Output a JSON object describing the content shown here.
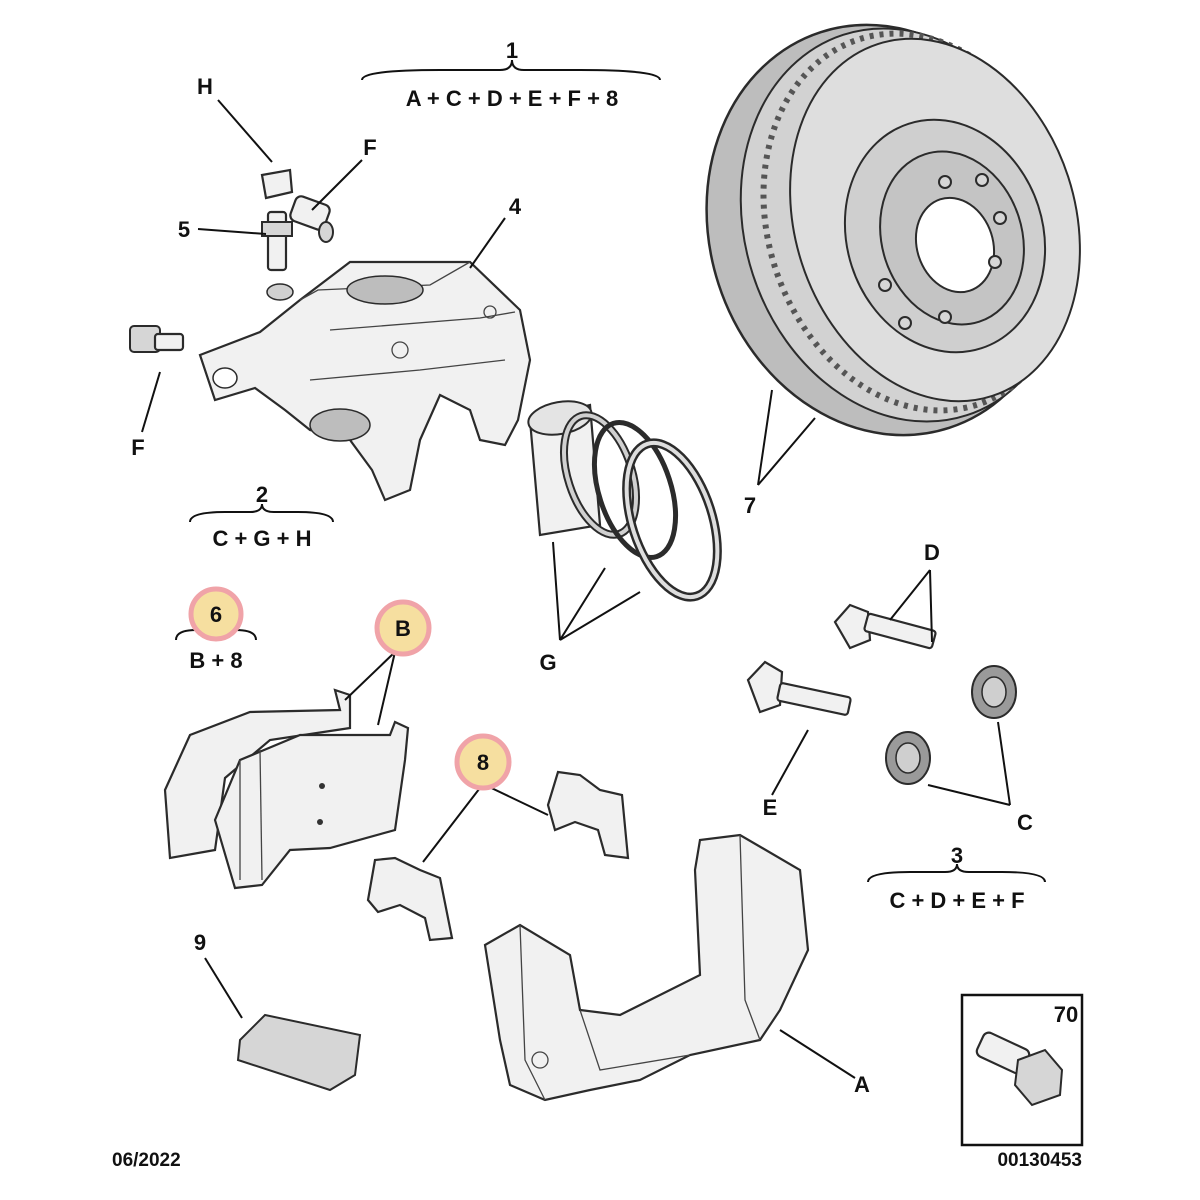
{
  "groups": {
    "g1": {
      "number": "1",
      "formula": "A + C + D + E + F + 8"
    },
    "g2": {
      "number": "2",
      "formula": "C + G + H"
    },
    "g3": {
      "number": "3",
      "formula": "C + D + E + F"
    },
    "g6": {
      "number": "6",
      "formula": "B + 8"
    }
  },
  "callouts": {
    "H": "H",
    "F_top": "F",
    "F_left": "F",
    "p5": "5",
    "p4": "4",
    "p7": "7",
    "G": "G",
    "D": "D",
    "B": "B",
    "p8": "8",
    "E": "E",
    "C": "C",
    "p9": "9",
    "A": "A"
  },
  "inset": {
    "number": "70"
  },
  "footer": {
    "date": "06/2022",
    "reference": "00130453"
  },
  "colors": {
    "highlight_fill": "#f6dfa0",
    "highlight_ring": "#f0a3a8"
  }
}
